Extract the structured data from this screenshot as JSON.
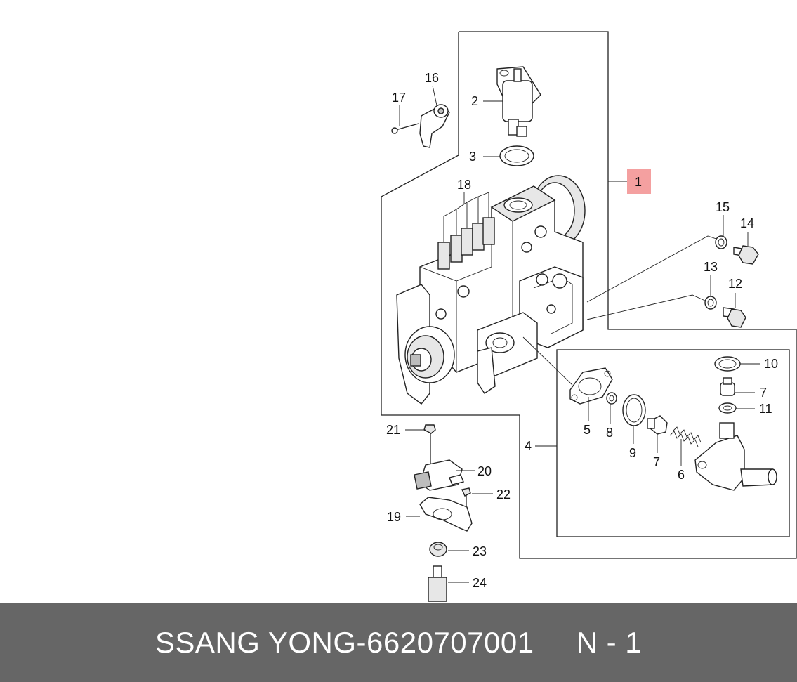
{
  "diagram": {
    "highlight_color": "#f4a0a0",
    "callouts": {
      "c1": "1",
      "c2": "2",
      "c3": "3",
      "c4": "4",
      "c5": "5",
      "c6": "6",
      "c7a": "7",
      "c7b": "7",
      "c8": "8",
      "c9": "9",
      "c10": "10",
      "c11": "11",
      "c12": "12",
      "c13": "13",
      "c14": "14",
      "c15": "15",
      "c16": "16",
      "c17": "17",
      "c18": "18",
      "c19": "19",
      "c20": "20",
      "c21": "21",
      "c22": "22",
      "c23": "23",
      "c24": "24"
    }
  },
  "caption": {
    "brand": "SSANG YONG",
    "separator": "-",
    "part_number": "6620707001",
    "ref": "N - 1"
  }
}
